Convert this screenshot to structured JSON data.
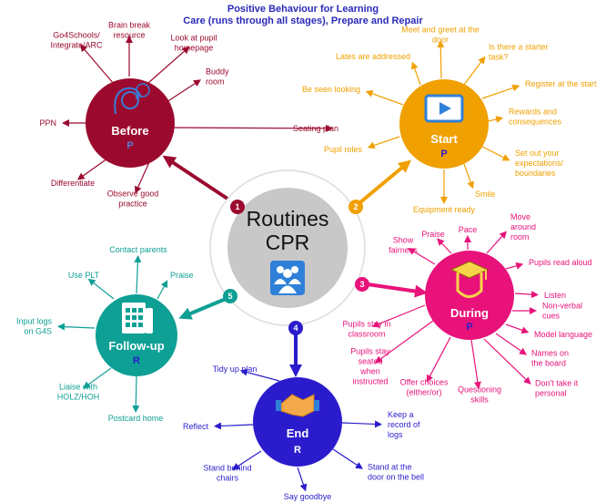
{
  "header": {
    "title": "Positive Behaviour for Learning",
    "subtitle": "Care (runs through all stages), Prepare and Repair"
  },
  "hub": {
    "line1": "Routines",
    "line2": "CPR"
  },
  "colors": {
    "before": "#9b0a2e",
    "start": "#f0a000",
    "during": "#e8127a",
    "followup": "#0e9f95",
    "end": "#2a1ccc",
    "hub": "#c8c8c8",
    "title": "#2a2ab8"
  },
  "nodes": [
    {
      "id": "before",
      "title": "Before",
      "sub": "P",
      "number": "1",
      "icon": "thinking-head-icon",
      "items": [
        "Go4Schools/\nIntegrate/ARC",
        "Brain break\nresource",
        "Look at pupil\nhomepage",
        "Buddy\nroom",
        "Seating plan",
        "Observe good\npractice",
        "Differentiate",
        "PPN"
      ]
    },
    {
      "id": "start",
      "title": "Start",
      "sub": "P",
      "number": "2",
      "icon": "play-button-icon",
      "items": [
        "Meet and greet at the\ndoor",
        "Is there a starter\ntask?",
        "Register at the start",
        "Rewards and\nconsequences",
        "Set out your\nexpectations/\nboundaries",
        "Smile",
        "Equipment ready",
        "Pupil roles",
        "Be seen looking",
        "Lates are addressed"
      ]
    },
    {
      "id": "during",
      "title": "During",
      "sub": "P",
      "number": "3",
      "icon": "graduate-face-icon",
      "items": [
        "Show\nfairness",
        "Praise",
        "Pace",
        "Move\naround\nroom",
        "Pupils read aloud",
        "Listen",
        "Non-verbal\ncues",
        "Model language",
        "Names on\nthe board",
        "Don't take it\npersonal",
        "Questioning\nskills",
        "Offer choices\n(either/or)",
        "Pupils stay\nseated\nwhen\ninstructed",
        "Pupils stay in\nclassroom"
      ]
    },
    {
      "id": "end",
      "title": "End",
      "sub": "R",
      "number": "4",
      "icon": "handshake-icon",
      "items": [
        "Tidy up plan",
        "Keep a\nrecord of\nlogs",
        "Stand at the\ndoor on the bell",
        "Say goodbye",
        "Stand behind\nchairs",
        "Reflect"
      ]
    },
    {
      "id": "followup",
      "title": "Follow-up",
      "sub": "R",
      "number": "5",
      "icon": "phone-icon",
      "items": [
        "Contact parents",
        "Praise",
        "Use PLT",
        "Input logs\non G4S",
        "Liaise with\nHOLZ/HOH",
        "Postcard home"
      ]
    }
  ]
}
